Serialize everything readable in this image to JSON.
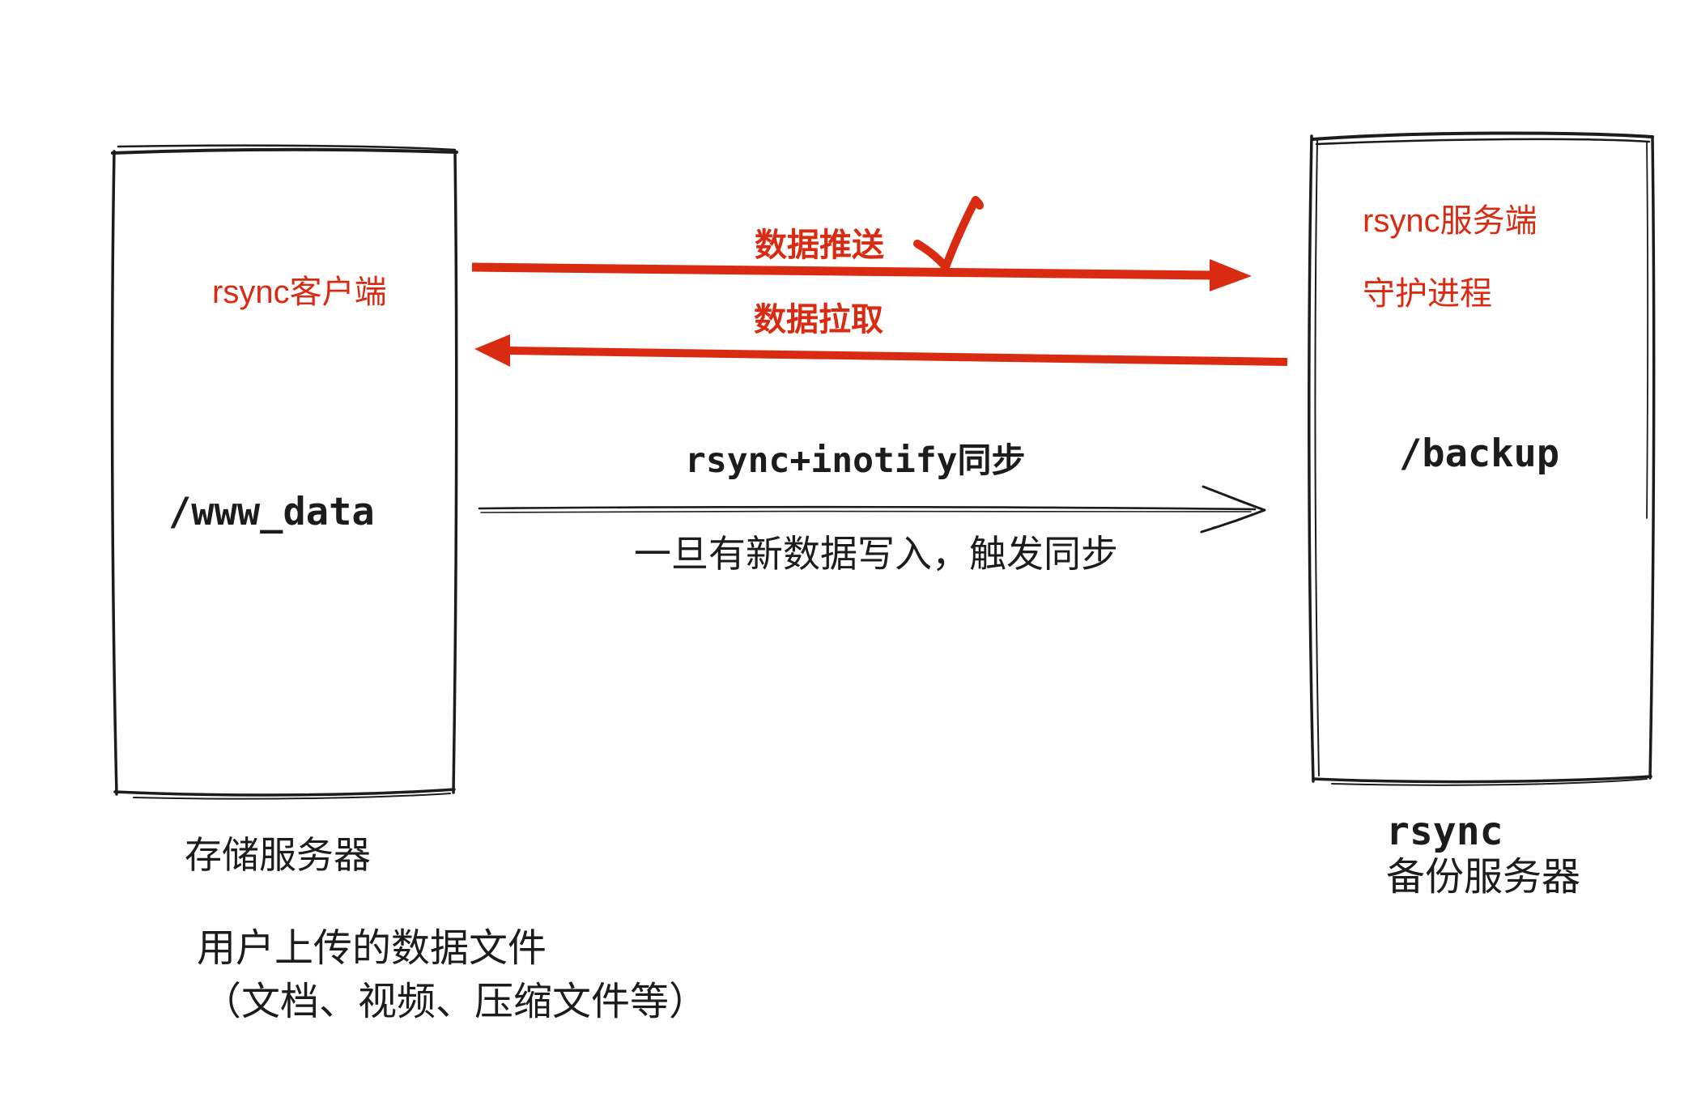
{
  "colors": {
    "red": "#d92b12",
    "ink": "#1c1c1c"
  },
  "left_server": {
    "role_label": "rsync客户端",
    "path_label": "/www_data",
    "caption": "存储服务器",
    "note_line1": "用户上传的数据文件",
    "note_line2": "（文档、视频、压缩文件等）"
  },
  "right_server": {
    "role_line1": "rsync服务端",
    "role_line2": "守护进程",
    "path_label": "/backup",
    "caption_line1": "rsync",
    "caption_line2": "备份服务器"
  },
  "arrows": {
    "push_label": "数据推送",
    "pull_label": "数据拉取",
    "sync_code": "rsync+inotify",
    "sync_suffix": "同步",
    "sync_note": "一旦有新数据写入，触发同步"
  }
}
